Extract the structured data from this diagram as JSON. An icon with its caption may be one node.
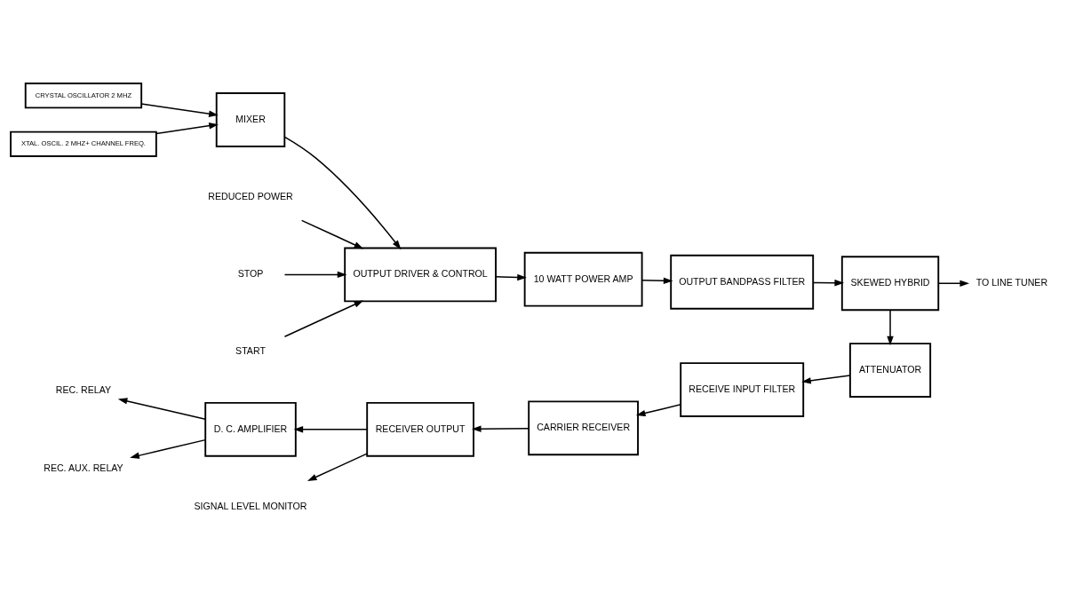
{
  "diagram": {
    "nodes": [
      {
        "text": [
          "CRYSTAL OSCILLATOR 2 MHZ"
        ]
      },
      {
        "text": [
          "XTAL. OSCIL. 2 MHZ+ CHANNEL FREQ."
        ]
      },
      {
        "text": [
          "MIXER"
        ]
      },
      {
        "text": [
          "OUTPUT DRIVER & CONTROL"
        ]
      },
      {
        "text": [
          "10 WATT POWER AMP"
        ]
      },
      {
        "text": [
          "OUTPUT BANDPASS FILTER"
        ]
      },
      {
        "text": [
          "SKEWED HYBRID"
        ]
      },
      {
        "text": [
          "ATTENUATOR"
        ]
      },
      {
        "text": [
          "RECEIVE INPUT FILTER"
        ]
      },
      {
        "text": [
          "CARRIER RECEIVER"
        ]
      },
      {
        "text": [
          "RECEIVER OUTPUT"
        ]
      },
      {
        "text": [
          "D. C. AMPLIFIER"
        ]
      },
      {
        "text": [
          "REDUCED POWER"
        ]
      },
      {
        "text": [
          "STOP"
        ]
      },
      {
        "text": [
          "START"
        ]
      },
      {
        "text": [
          "TO LINE TUNER"
        ]
      },
      {
        "text": [
          "REC. RELAY"
        ]
      },
      {
        "text": [
          "REC. AUX. RELAY"
        ]
      },
      {
        "text": [
          "SIGNAL LEVEL MONITOR"
        ]
      }
    ],
    "edges": [
      {
        "from": 12,
        "to": 3,
        "arrow": "to"
      },
      {
        "from": 13,
        "to": 3,
        "arrow": "to"
      },
      {
        "from": 14,
        "to": 3,
        "arrow": "to"
      },
      {
        "from": 0,
        "to": 2,
        "arrow": "to"
      },
      {
        "from": 1,
        "to": 2,
        "arrow": "to"
      },
      {
        "from": 2,
        "to": 3,
        "arrow": "to"
      },
      {
        "from": 3,
        "to": 4,
        "arrow": "to"
      },
      {
        "from": 4,
        "to": 5,
        "arrow": "to"
      },
      {
        "from": 5,
        "to": 6,
        "arrow": "to"
      },
      {
        "from": 6,
        "to": 15,
        "arrow": "to"
      },
      {
        "from": 6,
        "to": 7,
        "arrow": "to"
      },
      {
        "from": 7,
        "to": 8,
        "arrow": "to"
      },
      {
        "from": 8,
        "to": 9,
        "arrow": "to"
      },
      {
        "from": 9,
        "to": 10,
        "arrow": "to"
      },
      {
        "from": 10,
        "to": 11,
        "arrow": "to"
      },
      {
        "from": 11,
        "to": 16,
        "arrow": "to"
      },
      {
        "from": 11,
        "to": 17,
        "arrow": "to"
      },
      {
        "from": 10,
        "to": 18,
        "arrow": "to"
      }
    ]
  }
}
